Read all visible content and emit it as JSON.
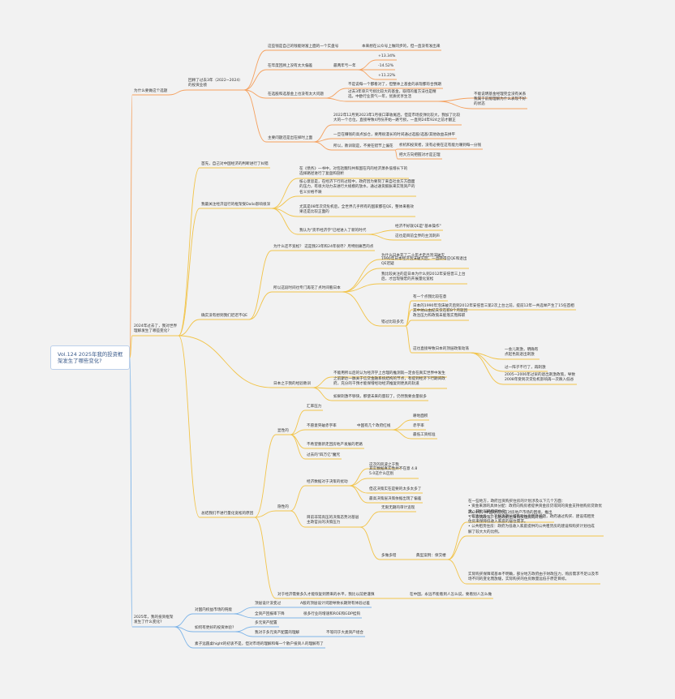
{
  "colors": {
    "background": "#f2f2f2",
    "orange": "#f5a15f",
    "yellow": "#f2c44a",
    "blue": "#7db4e8",
    "root_border": "#bcd0ea",
    "root_text": "#3a5a8a"
  },
  "mindmap": {
    "root": {
      "id": "root",
      "text": "Vol.124 2025年我的投资框\n架发生了哪些变化?"
    },
    "nodes": [
      {
        "id": "b1",
        "parent": "root",
        "color": "orange",
        "text": "为什么要做这个选题"
      },
      {
        "id": "b1a",
        "parent": "b1",
        "color": "orange",
        "text": "回顾了过去3年（2022~2024）\n的投资业绩"
      },
      {
        "id": "c1",
        "parent": "b1a",
        "color": "orange",
        "text": "这些钱是自己的钱能财富上面的一个实盘号"
      },
      {
        "id": "c1a",
        "parent": "c1",
        "color": "orange",
        "text": "本来想在公众号上做同步的，但一直没有发出来"
      },
      {
        "id": "c2",
        "parent": "b1a",
        "color": "orange",
        "text": "在年度回顾上没有太大偏差"
      },
      {
        "id": "c2a",
        "parent": "c2",
        "color": "orange",
        "text": "最两年亏一年"
      },
      {
        "id": "c2a1",
        "parent": "c2a",
        "color": "orange",
        "text": "+13.34%"
      },
      {
        "id": "c2a2",
        "parent": "c2a",
        "color": "orange",
        "text": "-14.52%"
      },
      {
        "id": "c2a3",
        "parent": "c2a",
        "color": "orange",
        "text": "+11.22%"
      },
      {
        "id": "c3",
        "parent": "b1a",
        "color": "orange",
        "text": "在选股和选基金上也没有太大问题"
      },
      {
        "id": "c3a",
        "parent": "c3",
        "color": "orange",
        "text": "不是说每一个都看对了，但整体上基金的表现都符合预期"
      },
      {
        "id": "c3b",
        "parent": "c3",
        "color": "orange",
        "text": "过去3年单只亏损比较大的基金，取得的着方法也是精\n选，中欧行业景气一年，优质优享生活"
      },
      {
        "id": "c3b1",
        "parent": "c3b",
        "color": "orange",
        "text": "不能说明基金经理完全没有关系"
      },
      {
        "id": "c3b2",
        "parent": "c3b",
        "color": "orange",
        "text": "我属于前能理解为什么表现不好\n的状态"
      },
      {
        "id": "c4",
        "parent": "b1a",
        "color": "orange",
        "text": "主要问题还是出在择时上面"
      },
      {
        "id": "c4a",
        "parent": "c4",
        "color": "orange",
        "text": "2022年12月到2023年1月很口罩收尾后，但是市场反弹比较大，我加了比较\n大的一个仓位，直接导致4月份开始一路亏损，一直到24年924之前才翻正"
      },
      {
        "id": "c4b",
        "parent": "c4",
        "color": "orange",
        "text": "一旦在赚钱的高点加仓，要用很漫长的时间通过选股/选基/其他收益去拼平"
      },
      {
        "id": "c4c",
        "parent": "c4",
        "color": "orange",
        "text": "所以，教训就是，不要在错节上偏花"
      },
      {
        "id": "c4c1",
        "parent": "c4c",
        "color": "orange",
        "text": "析机和投资者，没有必要在这有能力赚到每一分钱"
      },
      {
        "id": "c4c2",
        "parent": "c4c",
        "color": "orange",
        "text": "把大方向把握对才是正理"
      },
      {
        "id": "b2",
        "parent": "root",
        "color": "yellow",
        "text": "2024年过去了，我对世界\n理解发生了哪些变化?"
      },
      {
        "id": "y1",
        "parent": "b2",
        "color": "yellow",
        "text": "首先，自己对中国经济的判断进行了纠错"
      },
      {
        "id": "y2",
        "parent": "b2",
        "color": "yellow",
        "text": "我最关注经济运行的框架受Dalio影响很深"
      },
      {
        "id": "y2a",
        "parent": "y2",
        "color": "yellow",
        "text": "在《债务》一书中，对包括魏玛共和国在内的经济萧条低增长下的\n选择路径进行了复盘和剖析"
      },
      {
        "id": "y2b",
        "parent": "y2",
        "color": "yellow",
        "text": "核心意思是，在经济下行的过程中，政府因为要刻了来自社会方方面面\n的压力，有很大动力去进行大规模的放水，通过通货膨胀来实现资产的\n名义价格不跌"
      },
      {
        "id": "y2c",
        "parent": "y2",
        "color": "yellow",
        "text": "尤其是08年次贷危机后，全世界几乎所有的国家都在QE，整体来看效\n果还是比较正面的"
      },
      {
        "id": "y2d",
        "parent": "y2",
        "color": "yellow",
        "text": "我认为\"货币经济学\"已经进入了新的时代"
      },
      {
        "id": "y2d1",
        "parent": "y2d",
        "color": "yellow",
        "text": "经济不好就QE是\"基本操作\""
      },
      {
        "id": "y2d2",
        "parent": "y2d",
        "color": "yellow",
        "text": "这也是目前全界的主流刺声"
      },
      {
        "id": "y3",
        "parent": "b2",
        "color": "yellow",
        "text": "确实没有想到我们迟迟不QE"
      },
      {
        "id": "y3a",
        "parent": "y3",
        "color": "yellow",
        "text": "为什么还不宽松？ 这是我23年和24年很尽？月特别痛苦的点"
      },
      {
        "id": "y3b",
        "parent": "y3",
        "color": "yellow",
        "text": "所以这段时间也专门再花了点时间看日本"
      },
      {
        "id": "y3b1",
        "parent": "y3b",
        "color": "yellow",
        "text": "为什么日本花了二十年才走出泡沫破灭"
      },
      {
        "id": "y3b2",
        "parent": "y3b",
        "color": "yellow",
        "text": "1990年日本经济泡沫破灭后，一直转得应QE和退出\nQE迟疑"
      },
      {
        "id": "y3b3",
        "parent": "y3b",
        "color": "yellow",
        "text": "我比较关注的是日本为什么到2012年安倍晋三上台\n后，才出现银宏的开展量化宽松"
      },
      {
        "id": "y3b4",
        "parent": "y3b",
        "color": "yellow",
        "text": "错过比较多元"
      },
      {
        "id": "y3b4a",
        "parent": "y3b4",
        "color": "yellow",
        "text": "有一个点我比较在意"
      },
      {
        "id": "y3b4b",
        "parent": "y3b4",
        "color": "yellow",
        "text": "日本的1990年泡沫破灭后到2012年安倍晋三第2次上台之前，提前12年一共选举产生了15任首相"
      },
      {
        "id": "y3b4c",
        "parent": "y3b4",
        "color": "yellow",
        "text": "其中纳山由纪夫仅在职8个月就因\n政治压力和政策未能落实而辞职"
      },
      {
        "id": "y3b4d",
        "parent": "y3b4",
        "color": "yellow",
        "text": "这也直接导致日本的顶层政策动荡"
      },
      {
        "id": "y3b4d1",
        "parent": "y3b4d",
        "color": "yellow",
        "text": "一会儿刺激，明确有\n点起色就退出刺激"
      },
      {
        "id": "y3b4d2",
        "parent": "y3b4d",
        "color": "yellow",
        "text": "过一阵子不行了，再刺激"
      },
      {
        "id": "y3b4d3",
        "parent": "y3b4d",
        "color": "yellow",
        "text": "2005~2006年过早的退出刺激政策，导致\n2008年受到次贷危机影响再一次跌入低谷"
      },
      {
        "id": "y4",
        "parent": "b2",
        "color": "yellow",
        "text": "日本之于我的经验教训"
      },
      {
        "id": "y4a",
        "parent": "y4",
        "color": "yellow",
        "text": "不能用所以后的认为经济学上合理的推测就一定会在真实世界中发生"
      },
      {
        "id": "y4b",
        "parent": "y4",
        "color": "yellow",
        "text": "之前斯达一脉关于信贷金融系统结构的节点，有提到经济下行期间政\n府，充分的干预才能保增经动经济推复到更具的轨道"
      },
      {
        "id": "y4c",
        "parent": "y4",
        "color": "yellow",
        "text": "如果刺激不够快，那使未来的量较了，仍然我要会量很多"
      },
      {
        "id": "y5",
        "parent": "b2",
        "color": "yellow",
        "text": "总结我们不进行量化宽松的原因"
      },
      {
        "id": "y5a",
        "parent": "y5",
        "color": "yellow",
        "text": "显性的"
      },
      {
        "id": "y5a1",
        "parent": "y5a",
        "color": "yellow",
        "text": "汇率压力"
      },
      {
        "id": "y5a2",
        "parent": "y5a",
        "color": "yellow",
        "text": "不愿意突破赤字率"
      },
      {
        "id": "y5a2a",
        "parent": "y5a2",
        "color": "yellow",
        "text": "中国有几个政府红线"
      },
      {
        "id": "y5a2a1",
        "parent": "y5a2a",
        "color": "yellow",
        "text": "耕地面积"
      },
      {
        "id": "y5a2a2",
        "parent": "y5a2a",
        "color": "yellow",
        "text": "赤字率"
      },
      {
        "id": "y5a2a3",
        "parent": "y5a2a",
        "color": "yellow",
        "text": "最低工资标准"
      },
      {
        "id": "y5a3",
        "parent": "y5a",
        "color": "yellow",
        "text": "不希望重新走回房地产发展的老路"
      },
      {
        "id": "y5a4",
        "parent": "y5a",
        "color": "yellow",
        "text": "过去的\"四万亿\"魔咒"
      },
      {
        "id": "y5b",
        "parent": "y5",
        "color": "yellow",
        "text": "隐性的"
      },
      {
        "id": "y5b1",
        "parent": "y5b",
        "color": "yellow",
        "text": "经济数据对于决策的扰动"
      },
      {
        "id": "y5b1a",
        "parent": "y5b1",
        "color": "yellow",
        "text": "这次的风波之于我"
      },
      {
        "id": "y5b1b",
        "parent": "y5b1",
        "color": "yellow",
        "text": "其实数据真实性并不在意 4.8\n5.0这什么区别"
      },
      {
        "id": "y5b1c",
        "parent": "y5b1",
        "color": "yellow",
        "text": "但这决策实在是要的太多太多了"
      },
      {
        "id": "y5b1d",
        "parent": "y5b1",
        "color": "yellow",
        "text": "最高决策层决策依据出现了偏差"
      },
      {
        "id": "y5b2",
        "parent": "y5b",
        "color": "yellow",
        "text": "目前非常高压的决策态势对基层\n主政官员的决策压力"
      },
      {
        "id": "y5b2a",
        "parent": "y5b2",
        "color": "yellow",
        "text": "无限无期的审计追现"
      },
      {
        "id": "y5b2b",
        "parent": "y5b2",
        "color": "yellow",
        "text": "多做多错"
      },
      {
        "id": "y5b2b1",
        "parent": "y5b2b",
        "color": "yellow",
        "text": "典型案例：保交楼"
      },
      {
        "id": "y5b2b1a",
        "parent": "y5b2b1",
        "color": "yellow",
        "text": "2024年，中国政府为应对房地产市场的困境，推出\n了一系列政策，包括政府出资购买住房的计划"
      },
      {
        "id": "y5b2b1b",
        "parent": "y5b2b1",
        "color": "yellow",
        "text": "在一些地方，政府出资购买住房的计划涉及以下几个方面：\n  •  资金来源的具体分配：政府向购房者提供资金房贷或同的资金支持他购房贷款优\n惠，鼓励居民购买住房。\n  •  租赁住房：为了解决部分城市的住房租赁问题，政府通过购买、建设或租赁\n住房来保障低收入家庭的居住需求。\n  •  公共租赁住房：政府为低收入家庭提供的公共租赁房的建设和购买计划也成\n解了较大大的比例。"
      },
      {
        "id": "y5b2b1c",
        "parent": "y5b2b1",
        "color": "yellow",
        "text": "实际购买保障或基本不明确，部分地方政府由于财政压力，购房需求不足以及市\n场不同的变化而放缓，实际购买的住房数量远低于原定目标。"
      },
      {
        "id": "y5c",
        "parent": "y5",
        "color": "yellow",
        "text": "对于经济需要多久才能恢复到原来的水平，我比以前更谨慎"
      },
      {
        "id": "y5c1",
        "parent": "y5c",
        "color": "yellow",
        "text": "在中国，永远不能看到人怎么说，要看别人怎么做"
      },
      {
        "id": "b3",
        "parent": "root",
        "color": "blue",
        "text": "2025年，我的投资框架\n发生了什么变化?"
      },
      {
        "id": "z1",
        "parent": "b3",
        "color": "blue",
        "text": "对国内权益市场的钝能"
      },
      {
        "id": "z1a",
        "parent": "z1",
        "color": "blue",
        "text": "顶层设计没变过"
      },
      {
        "id": "z1a1",
        "parent": "z1a",
        "color": "blue",
        "text": "A股的顶层设计问题导致长期持有体验过差"
      },
      {
        "id": "z1b",
        "parent": "z1",
        "color": "blue",
        "text": "全资产回报率下降"
      },
      {
        "id": "z1b1",
        "parent": "z1b",
        "color": "blue",
        "text": "很多行业的增速和ROE和GDP挂钩"
      },
      {
        "id": "z2",
        "parent": "b3",
        "color": "blue",
        "text": "如何有更好的投资体验?"
      },
      {
        "id": "z2a",
        "parent": "z2",
        "color": "blue",
        "text": "多元资产配置"
      },
      {
        "id": "z2b",
        "parent": "z2",
        "color": "blue",
        "text": "我对于多元资产配置的理解"
      },
      {
        "id": "z2b1",
        "parent": "z2b",
        "color": "blue",
        "text": "不等同于大类资产组合"
      },
      {
        "id": "z3",
        "parent": "b3",
        "color": "blue",
        "text": "素子远圆桌hight的初衷不是，但对市场的理解和每一个散户投资人的理解有了"
      }
    ]
  }
}
